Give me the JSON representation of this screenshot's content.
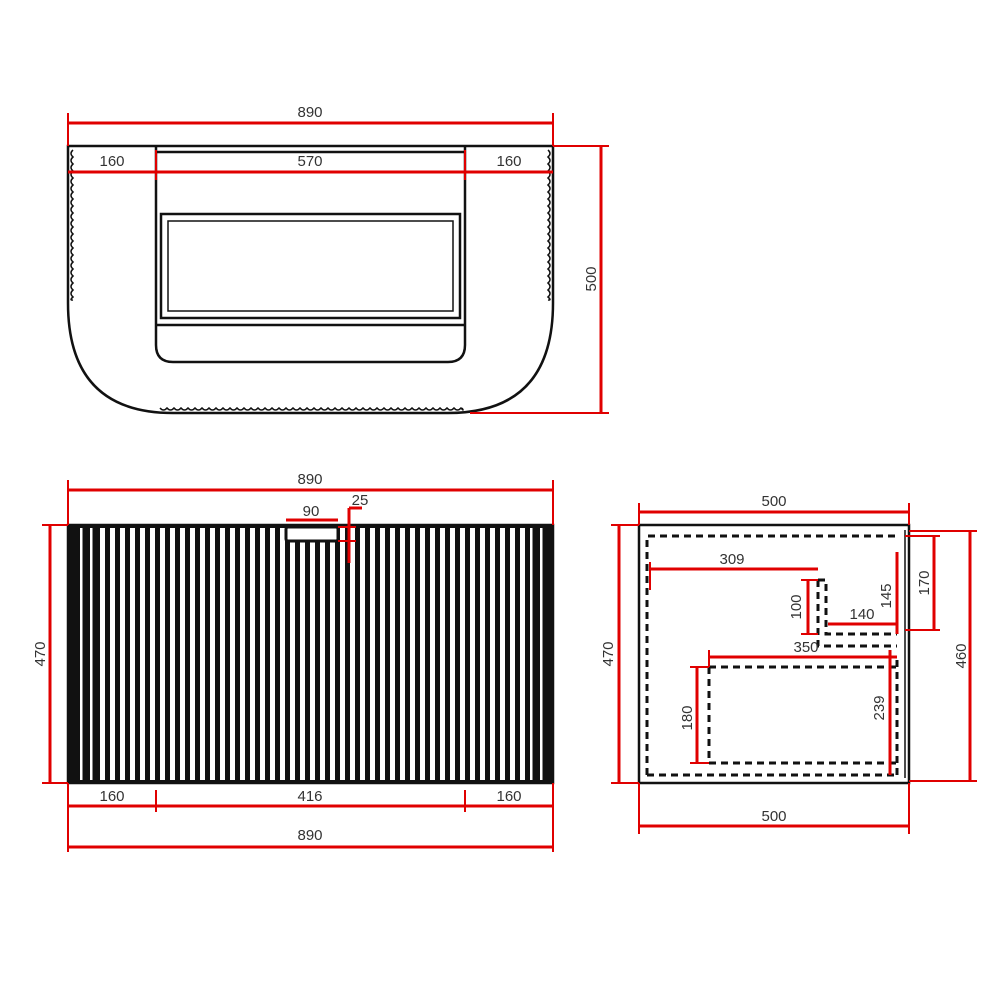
{
  "colors": {
    "dimension": "#e00000",
    "outline": "#111111",
    "text": "#333333",
    "background": "#ffffff"
  },
  "top_view": {
    "overall_width": "890",
    "left_wing": "160",
    "middle": "570",
    "right_wing": "160",
    "depth": "500"
  },
  "front_view": {
    "overall_width_top": "890",
    "handle_width": "90",
    "handle_offset": "25",
    "height": "470",
    "left_wing": "160",
    "middle": "416",
    "right_wing": "160",
    "overall_width_bottom": "890"
  },
  "side_view": {
    "depth_top": "500",
    "height_left": "470",
    "height_right": "460",
    "drawer1_depth": "309",
    "drawer1_face": "100",
    "drawer1_return": "140",
    "drawer1_inner_height": "145",
    "drawer1_height": "170",
    "drawer2_depth": "350",
    "drawer2_face": "180",
    "drawer2_height": "239",
    "depth_bottom": "500"
  }
}
